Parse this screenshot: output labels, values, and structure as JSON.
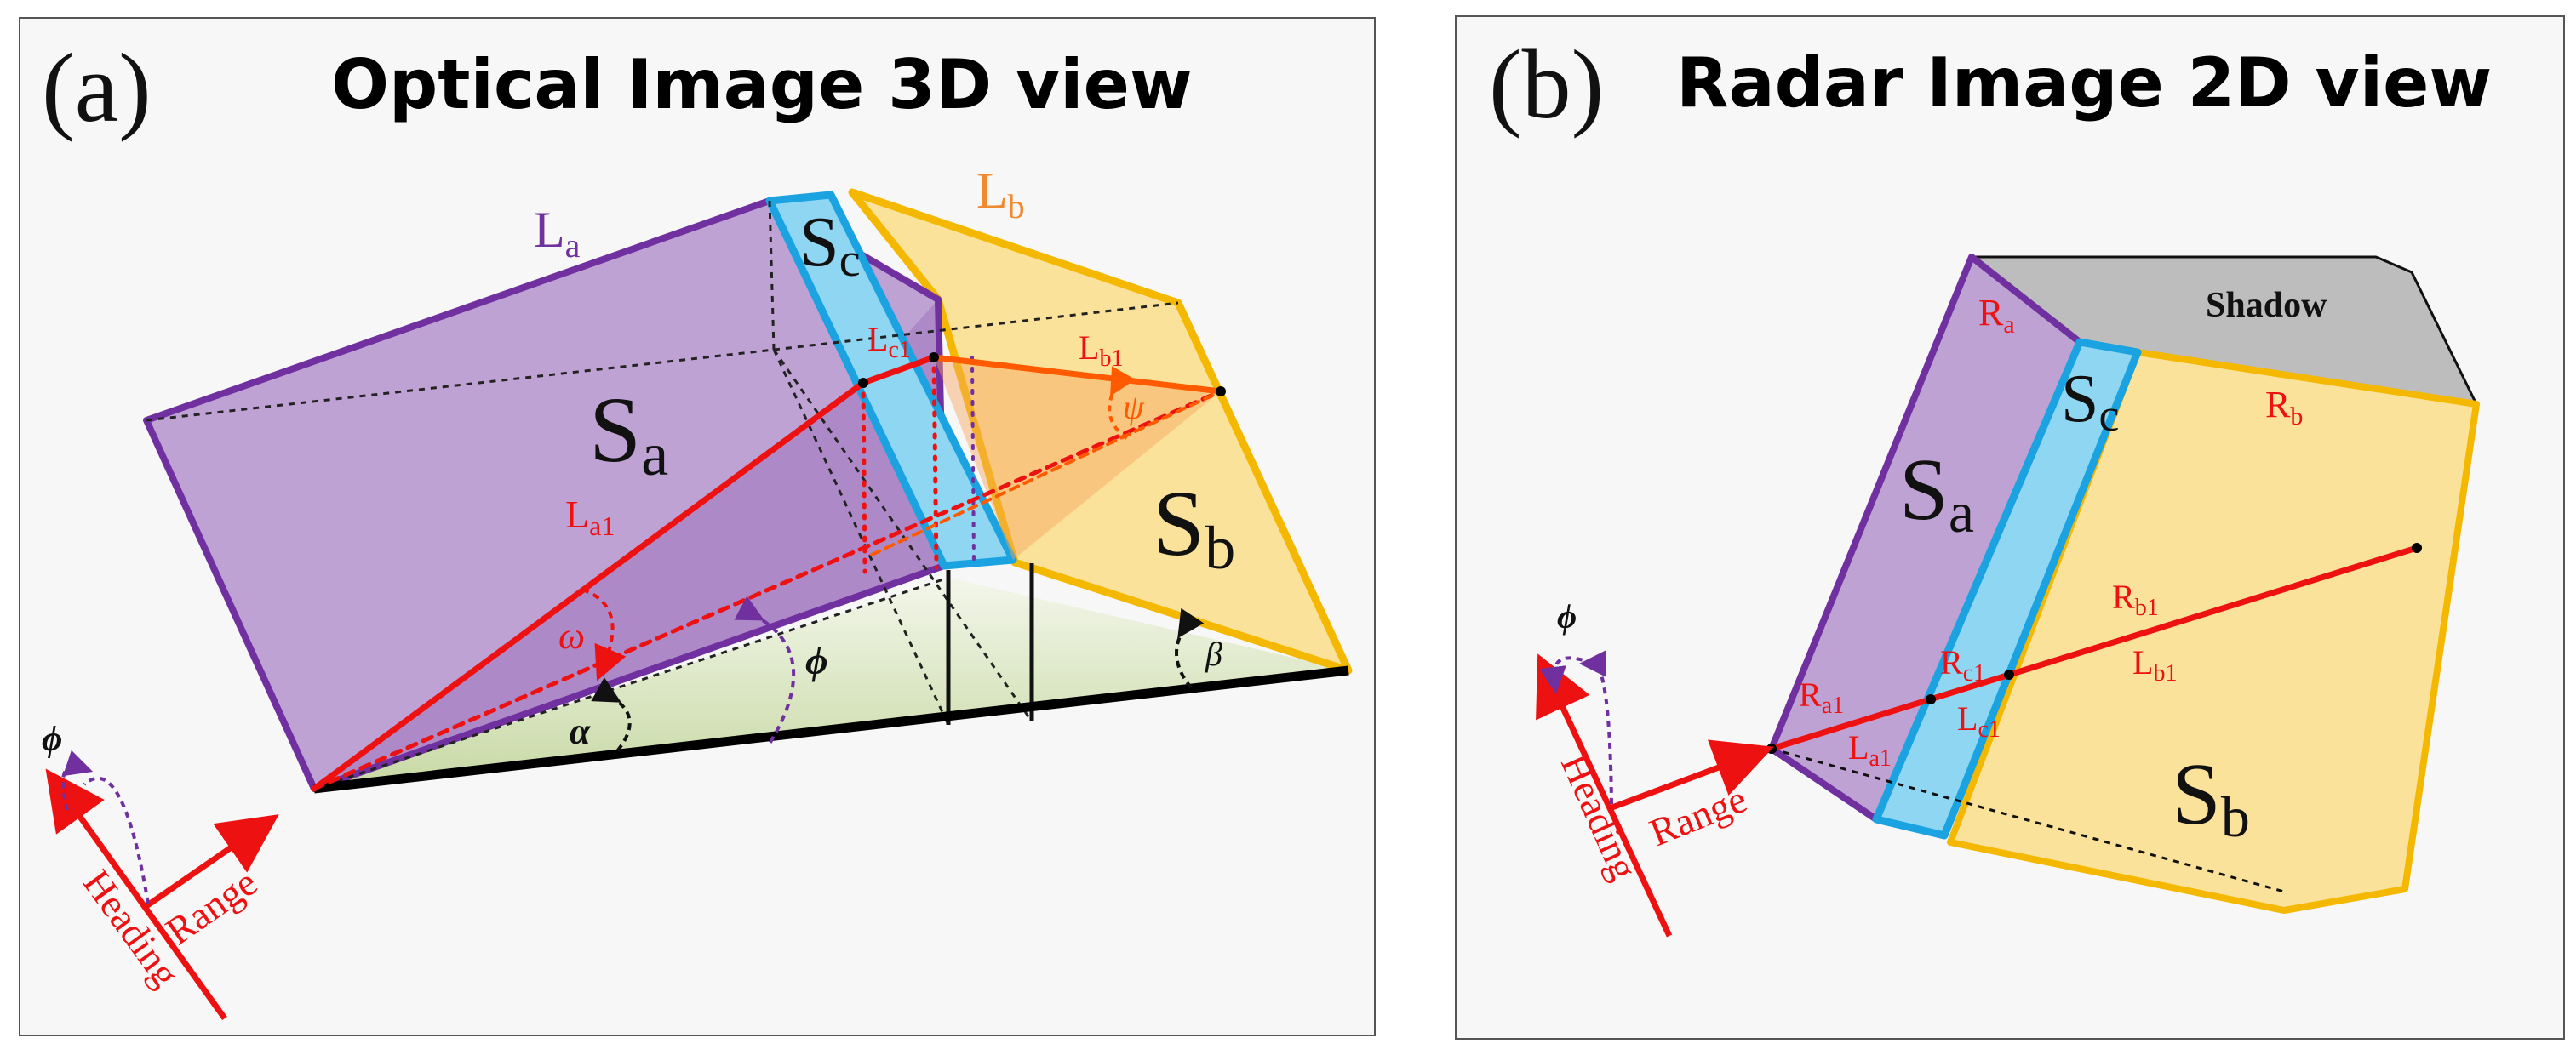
{
  "panel_a": {
    "tag": "(a)",
    "title": "Optical Image 3D view",
    "labels": {
      "La": "L",
      "La_sub": "a",
      "Lb": "L",
      "Lb_sub": "b",
      "Sc": "S",
      "Sc_sub": "c",
      "Sa": "S",
      "Sa_sub": "a",
      "Sb": "S",
      "Sb_sub": "b",
      "Lc1": "L",
      "Lc1_sub": "c1",
      "Lb1": "L",
      "Lb1_sub": "b1",
      "La1": "L",
      "La1_sub": "a1",
      "psi": "ψ",
      "omega": "ω",
      "phi": "ϕ",
      "alpha": "α",
      "beta": "β"
    },
    "compass": {
      "phi": "ϕ",
      "heading": "Heading",
      "range": "Range"
    }
  },
  "panel_b": {
    "tag": "(b)",
    "title": "Radar Image 2D view",
    "labels": {
      "shadow": "Shadow",
      "Ra": "R",
      "Ra_sub": "a",
      "Sc": "S",
      "Sc_sub": "c",
      "Rb": "R",
      "Rb_sub": "b",
      "Sa": "S",
      "Sa_sub": "a",
      "Rb1": "R",
      "Rb1_sub": "b1",
      "Lb1": "L",
      "Lb1_sub": "b1",
      "Rc1": "R",
      "Rc1_sub": "c1",
      "Lc1": "L",
      "Lc1_sub": "c1",
      "Ra1": "R",
      "Ra1_sub": "a1",
      "La1": "L",
      "La1_sub": "a1",
      "Sb": "S",
      "Sb_sub": "b"
    },
    "compass": {
      "phi": "ϕ",
      "heading": "Heading",
      "range": "Range"
    }
  },
  "colors": {
    "purple_fill": "#bfa2d4",
    "purple_edge": "#7030a0",
    "yellow_fill": "#fbe29a",
    "yellow_edge": "#f5b800",
    "blue_fill": "#8fd6f2",
    "blue_edge": "#1aa3e0",
    "green_fill": "#d7e3bf",
    "shadow_fill": "#bdbdbd",
    "red": "#ee1111",
    "orange": "#ff5a00"
  }
}
